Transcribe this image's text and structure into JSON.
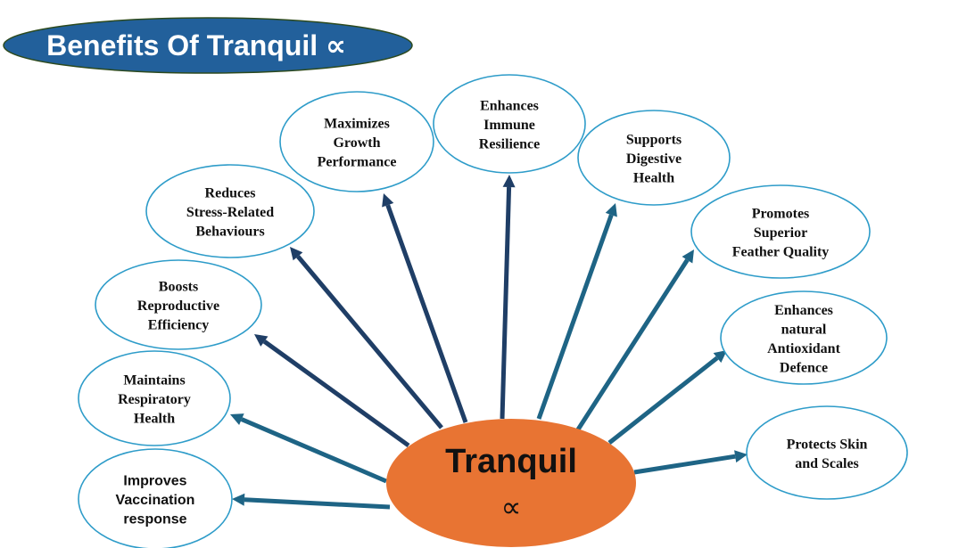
{
  "title": "Benefits Of Tranquil ∝",
  "center": {
    "line1": "Tranquil",
    "line2": "∝",
    "color": "#E87433"
  },
  "colors": {
    "title_bg": "#22609B",
    "node_border": "#2E9CC9",
    "arrow_dark": "#1F3E66",
    "arrow_teal": "#1E6485"
  },
  "benefits": [
    {
      "lines": [
        "Improves",
        "Vaccination",
        "response"
      ]
    },
    {
      "lines": [
        "Maintains",
        "Respiratory",
        "Health"
      ]
    },
    {
      "lines": [
        "Boosts",
        "Reproductive",
        "Efficiency"
      ]
    },
    {
      "lines": [
        "Reduces",
        "Stress-Related",
        "Behaviours"
      ]
    },
    {
      "lines": [
        "Maximizes",
        "Growth",
        "Performance"
      ]
    },
    {
      "lines": [
        "Enhances",
        "Immune",
        "Resilience"
      ]
    },
    {
      "lines": [
        "Supports",
        "Digestive",
        "Health"
      ]
    },
    {
      "lines": [
        "Promotes",
        "Superior",
        "Feather Quality"
      ]
    },
    {
      "lines": [
        "Enhances",
        "natural",
        "Antioxidant",
        "Defence"
      ]
    },
    {
      "lines": [
        "Protects Skin",
        "and Scales"
      ]
    }
  ]
}
